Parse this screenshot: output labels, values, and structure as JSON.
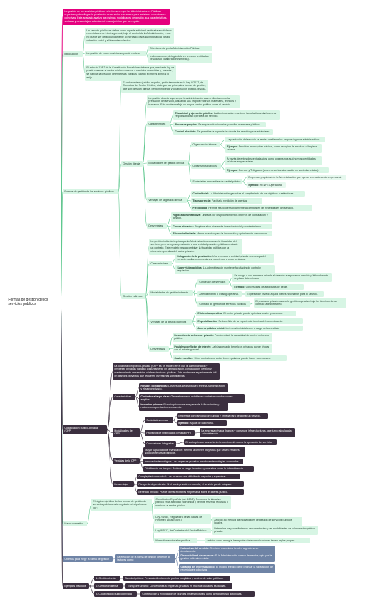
{
  "root": "Formas de gestión de los servicios públicos",
  "colors": {
    "green": "#d7f5e4",
    "dark": "#3b2f3f",
    "pink": "#e5007e",
    "blue": "#6f84a6",
    "line_green": "#5fc88f",
    "line_dark": "#3b2f3f",
    "line_pink": "#e5007e",
    "line_blue": "#6f84a6"
  },
  "top_note": "La gestión de los servicios públicos es la forma en que las Administraciones Públicas organizan y despliegan la prestación de servicios esenciales para satisfacer necesidades colectivas. Esta apartado analiza las distintas modalidades de gestión, sus características, ventajas y desventajas, además del marco jurídico que las regula.",
  "intro": {
    "label": "Introducción",
    "d1": "Un servicio público se define como aquella actividad destinada a satisfacer necesidades de interés general, bajo el control de la Administración, y que no puede ser dejado únicamente al mercado, dada su importancia para la cohesión social y el bienestar colectivo.",
    "d2": "La gestión de estos servicios se puede realizar:",
    "d2a": "Directamente por la Administración Pública.",
    "d2b": "Indirectamente, delegándola en terceros (entidades privadas o colaboraciones mixtas).",
    "d3": "El artículo 128.2 de la Constitución Española establece que, mediante ley, se puede reservar al sector público recursos o servicios esenciales y, además, se habilita la creación de empresas públicas cuando el interés general lo exija."
  },
  "formas": {
    "label": "Formas de gestión de los servicios públicos",
    "desc": "El ordenamiento jurídico español, particularmente en la Ley 9/2017, de Contratos del Sector Público, distingue las principales formas de gestión, que son: gestión directa, gestión indirecta y colaboración público-privada.",
    "directa": {
      "label": "Gestión directa",
      "def": "La gestión directa supone que la Administración asume directamente la prestación del servicio, utilizando sus propios recursos materiales, técnicos y humanos. Este modelo refleja un mayor control público sobre el servicio.",
      "car_label": "Características",
      "car1b": "Titularidad y ejecución pública:",
      "car1": " La Administración mantiene tanto la titularidad como la responsabilidad operativa del servicio.",
      "car2b": "Recursos propios:",
      "car2": " Se emplean funcionarios y medios materiales públicos.",
      "car3b": "Control absoluto:",
      "car3": " Se garantiza la supervisión directa del servicio y sus estándares.",
      "mod_label": "Modalidades de gestión directa",
      "org_int": "Organización interna",
      "org_int1": "La prestación del servicio se realiza mediante los propios órganos administrativos.",
      "org_int2b": "Ejemplo:",
      "org_int2": " Servicios municipales básicos, como recogida de residuos o limpieza urbana.",
      "org_pub": "Organismos públicos",
      "org_pub1": "A través de entes descentralizados, como organismos autónomos o entidades públicas empresariales.",
      "org_pub2b": "Ejemplo:",
      "org_pub2": " Correos y Telégrafos (antes de su transformación en sociedad estatal).",
      "soc": "Sociedades mercantiles de capital público",
      "soc1": "Empresas propiedad de la Administración que operan con autonomía empresarial.",
      "soc2b": "Ejemplo:",
      "soc2": " RENFE Operadora.",
      "ven_label": "Ventajas de la gestión directa",
      "ven1b": "Control total:",
      "ven1": " La Administración garantiza el cumplimiento de los objetivos y estándares.",
      "ven2b": "Transparencia:",
      "ven2": " Facilita la rendición de cuentas.",
      "ven3b": "Flexibilidad:",
      "ven3": " Permite responder rápidamente a cambios en las necesidades del servicio.",
      "des_label": "Desventajas",
      "des1b": "Rigidez administrativa:",
      "des1": " Limitada por los procedimientos internos de contratación y gestión.",
      "des2b": "Costes elevados:",
      "des2": " Requiere altos niveles de inversión inicial y mantenimiento.",
      "des3b": "Eficiencia limitada:",
      "des3": " Menor incentivo para la innovación y optimización de recursos."
    },
    "indirecta": {
      "label": "Gestión indirecta",
      "def": "La gestión indirecta implica que la Administración conserva la titularidad del servicio, pero delega su prestación a una entidad privada o pública mediante un contrato. Este modelo busca combinar la titularidad pública con la eficiencia operativa del sector privado.",
      "car_label": "Características",
      "car1b": "Delegación de la prestación:",
      "car1": " Una empresa o entidad privada se encarga del servicio mediante concesiones, conciertos u otros contratos.",
      "car2b": "Supervisión pública:",
      "car2": " La Administración mantiene facultades de control y regulación.",
      "mod_label": "Modalidades de gestión indirecta",
      "con": "Concesión de servicios",
      "con1": "Se otorga a una empresa privada el derecho a explotar un servicio público durante un plazo determinado.",
      "con2b": "Ejemplo:",
      "con2": " Concesiones de autopistas de peaje.",
      "arr": "Arrendamiento o leasing operativo.",
      "arr1": "El prestador privado alquila bienes necesarios para el servicio.",
      "cgs": "Contrato de gestión de servicios públicos",
      "cgs1": "El prestador privado asume la gestión operativa bajo los términos de un contrato administrativo.",
      "ven_label": "Ventajas de la gestión indirecta",
      "ven1b": "Eficiencia operativa:",
      "ven1": " El sector privado puede optimizar costes y recursos.",
      "ven2b": "Especialización:",
      "ven2": " Se beneficia de la experiencia técnica del concesionario.",
      "ven3b": "Ahorro público inicial:",
      "ven3": " La inversión inicial corre a cargo del contratista.",
      "des_label": "Desventajas",
      "des1b": "Dependencia del sector privado:",
      "des1": " Puede reducir la capacidad de control del sector público.",
      "des2b": "Posibles conflictos de interés:",
      "des2": " La búsqueda de beneficios privados puede chocar con el interés general.",
      "des3b": "Costes ocultos:",
      "des3": " Si los contratos no están bien regulados, puede haber sobrecostes."
    }
  },
  "cpp": {
    "label": "Colaboración público-privada (CPP)",
    "def": "La colaboración público-privada (CPP) es un modelo en el que la Administración y empresas privadas trabajan conjuntamente en la financiación, construcción, gestión y mantenimiento de servicios o infraestructuras públicas. Este modelo es especialmente útil en grandes proyectos que requieren inversiones significativas.",
    "car_label": "Características",
    "car1b": "Riesgos compartidos:",
    "car1": " Los riesgos se distribuyen entre la Administración y el sector privado.",
    "car2b": "Contratos a largo plazo:",
    "car2": " Generalmente se establecen contratos con duraciones amplias.",
    "car3b": "Inversión privada:",
    "car3": " El socio privado asume parte de la financiación y recibe contraprestaciones a cambio.",
    "mod_label": "Modalidades de CPP",
    "mix": "Sociedades mixtas",
    "mix1": "Empresas con participación pública y privada para gestionar un servicio.",
    "mix2b": "Ejemplo:",
    "mix2": " Aguas de Barcelona.",
    "pfi": "Proyectos de financiación privada (PFI)",
    "pfi1": "La empresa privada financia y construye infraestructuras, que luego alquila a la Administración.",
    "cint": "Concesiones integradas",
    "cint1": "El socio privado asume tanto la construcción como la operación del servicio.",
    "ven_label": "Ventajas de la CPP",
    "ven1": "Mayor capacidad de financiación: Permite acometer proyectos que serían inviables solo con recursos públicos.",
    "ven2": "Innovación tecnológica: Las empresas privadas introducen tecnologías avanzadas.",
    "ven3": "Distribución de riesgos: Reduce la carga financiera y operativa sobre la Administración.",
    "des_label": "Desventajas",
    "des1": "Complejidad contractual: Los acuerdos son difíciles de negociar y supervisar.",
    "des2": "Riesgo de dependencia: Si el socio privado no cumple, el servicio puede colapsar.",
    "des3": "Beneficio privado: Puede primar el interés empresarial sobre el interés público."
  },
  "marco": {
    "label": "Marco normativo",
    "def": "El régimen jurídico de las formas de gestión de servicios públicos está regulado principalmente por:",
    "n1": "Constitución Española (art. 128.2): Reconoce la iniciativa pública en la actividad económica y permite reservar recursos o servicios al sector público.",
    "n2": "Ley 7/1985, Reguladora de las Bases del Régimen Local (LBRL):",
    "n2a": "Artículo 85: Regula las modalidades de gestión de servicios públicos locales.",
    "n3": "Ley 9/2017, de Contratos del Sector Público:",
    "n3a": "Determina los procedimientos de contratación y las modalidades de colaboración público-privada.",
    "n4": "Normativa sectorial específica:",
    "n4a": "Ámbitos como energía, transporte o telecomunicaciones tienen reglas propias."
  },
  "criterios": {
    "label": "Criterios para elegir la forma de gestión",
    "def": "La elección de la forma de gestión depende de factores como:",
    "c1b": "Naturaleza del servicio:",
    "c1": " Servicios esenciales tienden a gestionarse directamente.",
    "c2b": "Disponibilidad de recursos:",
    "c2": " Si la Administración carece de medios, opta por la gestión indirecta o mixta.",
    "c3b": "Garantía del interés público:",
    "c3": " El modelo elegido debe priorizar la satisfacción de necesidades colectivas."
  },
  "ejemplos": {
    "label": "Ejemplos prácticos",
    "e1": "1. Gestión directa",
    "e1a": "Sanidad pública: Prestada directamente por los hospitales y centros de salud públicos.",
    "e2": "2. Gestión indirecta",
    "e2a": "Transporte urbano: Concesiones a empresas privadas en muchas ciudades españolas.",
    "e3": "3. Colaboración público-privada",
    "e3a": "Construcción y explotación de grandes infraestructuras, como aeropuertos o autopistas."
  }
}
